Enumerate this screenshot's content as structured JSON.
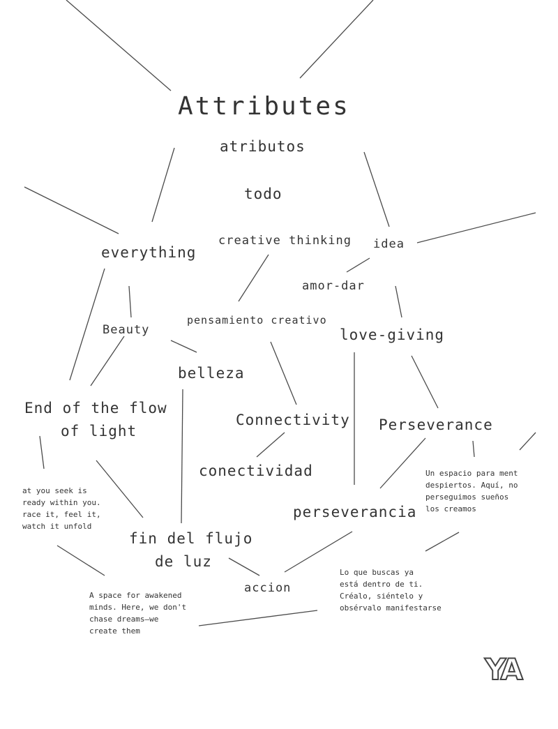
{
  "nodes": {
    "attributes": "Attributes",
    "atributos": "atributos",
    "todo": "todo",
    "creative_thinking": "creative thinking",
    "idea": "idea",
    "everything": "everything",
    "amor_dar": "amor-dar",
    "pensamiento_creativo": "pensamiento creativo",
    "love_giving": "love-giving",
    "beauty": "Beauty",
    "belleza": "belleza",
    "end_flow_1": "End of the flow",
    "end_flow_2": "of light",
    "connectivity": "Connectivity",
    "perseverance": "Perseverance",
    "conectividad": "conectividad",
    "perseverancia": "perseverancia",
    "fin_flujo_1": "fin del flujo",
    "fin_flujo_2": "de luz",
    "accion": "accion"
  },
  "paragraphs": {
    "en_seek": [
      "at you seek is",
      "ready within you.",
      "race it, feel it,",
      "watch it unfold"
    ],
    "es_espacio": [
      "Un espacio para ment",
      "despiertos. Aquí, no",
      "perseguimos sueños",
      "los creamos"
    ],
    "es_buscas": [
      "Lo que buscas ya",
      "está dentro de ti.",
      "Créalo, siéntelo y",
      "obsérvalo manifestarse"
    ],
    "en_space": [
      "A space for awakened",
      "minds. Here, we don't",
      "chase dreams—we",
      "create them"
    ]
  },
  "logo": "YA"
}
